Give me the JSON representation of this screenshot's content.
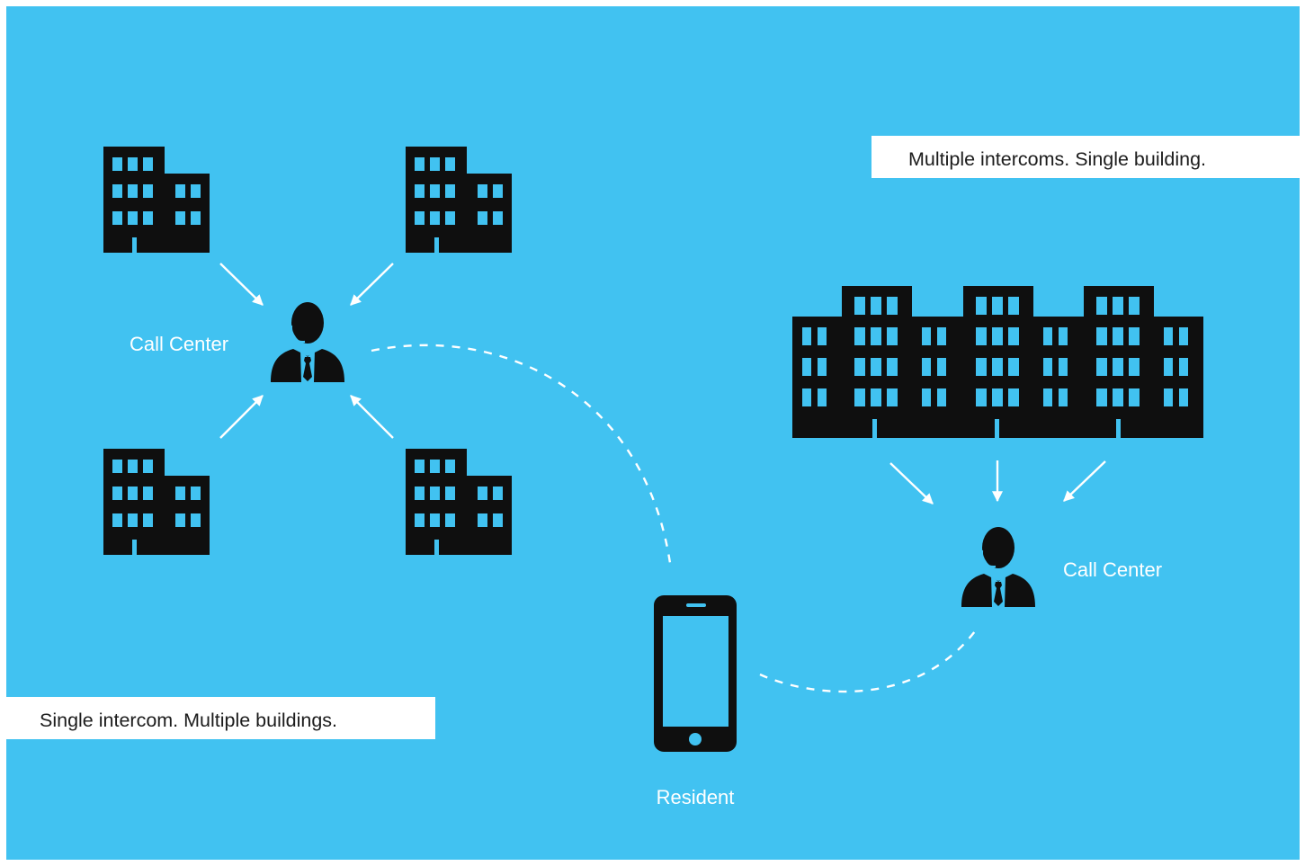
{
  "colors": {
    "page": "#ffffff",
    "background": "#41c2f1",
    "icon": "#0f0f0f",
    "connector": "#ffffff",
    "caption_box": "#ffffff",
    "caption_text": "#1c1c1c",
    "label_text": "#ffffff"
  },
  "left_group": {
    "caption": "Single intercom. Multiple buildings.",
    "call_center": {
      "label": "Call Center",
      "icon": "call-center-agent-icon"
    },
    "buildings": [
      {
        "icon": "building-icon"
      },
      {
        "icon": "building-icon"
      },
      {
        "icon": "building-icon"
      },
      {
        "icon": "building-icon"
      }
    ]
  },
  "right_group": {
    "caption": "Multiple intercoms. Single building.",
    "call_center": {
      "label": "Call Center",
      "icon": "call-center-agent-icon"
    },
    "building": {
      "icon": "large-building-icon"
    }
  },
  "resident": {
    "label": "Resident",
    "icon": "smartphone-icon"
  }
}
